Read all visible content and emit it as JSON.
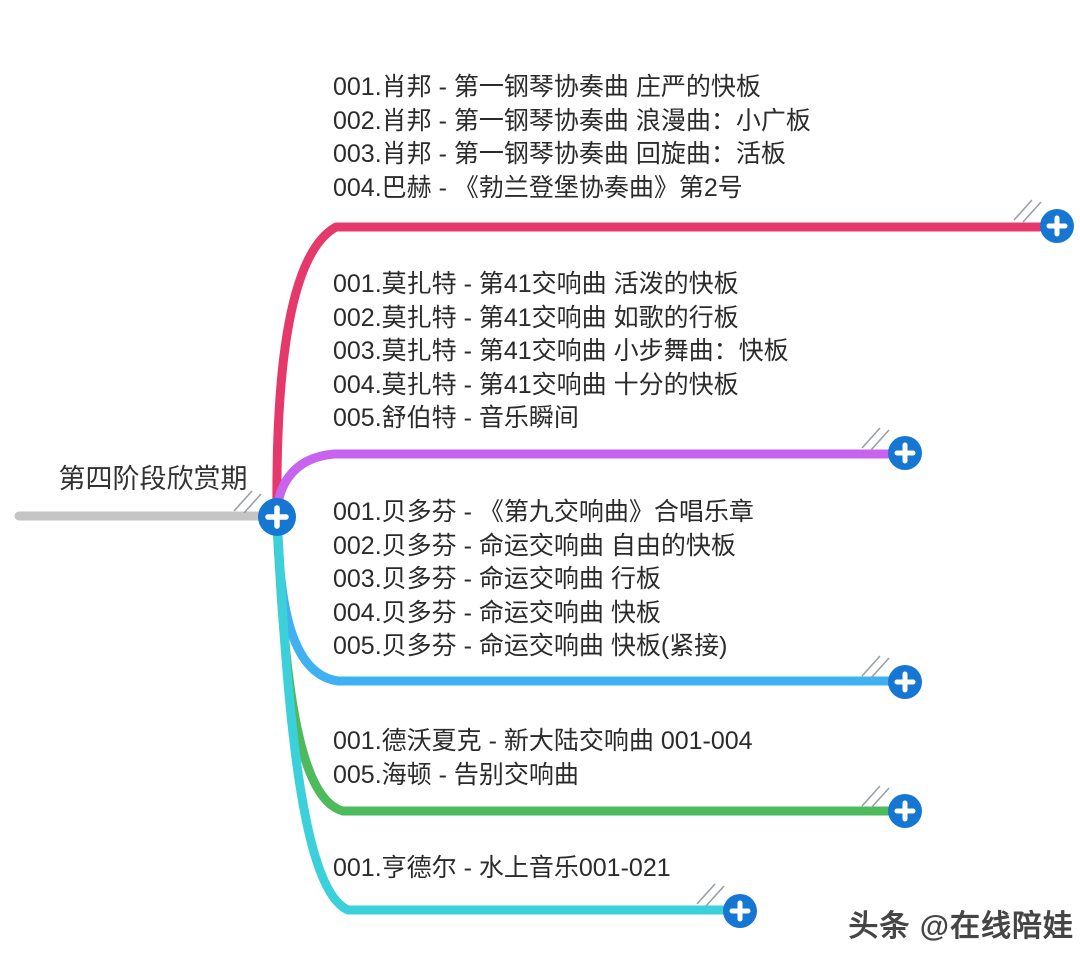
{
  "root": {
    "label": "第四阶段欣赏期"
  },
  "colors": {
    "plus_button": "#1677d2",
    "root_line": "#c5c5c5"
  },
  "branches": [
    {
      "name": "chopin-bach",
      "color": "#e5386b",
      "items": [
        "001.肖邦 - 第一钢琴协奏曲 庄严的快板",
        "002.肖邦 - 第一钢琴协奏曲 浪漫曲：小广板",
        "003.肖邦 - 第一钢琴协奏曲 回旋曲：活板",
        "004.巴赫 - 《勃兰登堡协奏曲》第2号"
      ]
    },
    {
      "name": "mozart-schubert",
      "color": "#c763ee",
      "items": [
        "001.莫扎特 - 第41交响曲 活泼的快板",
        "002.莫扎特 - 第41交响曲 如歌的行板",
        "003.莫扎特 - 第41交响曲 小步舞曲：快板",
        "004.莫扎特 - 第41交响曲 十分的快板",
        "005.舒伯特 - 音乐瞬间"
      ]
    },
    {
      "name": "beethoven",
      "color": "#3fb1f2",
      "items": [
        "001.贝多芬 - 《第九交响曲》合唱乐章",
        "002.贝多芬 - 命运交响曲 自由的快板",
        "003.贝多芬 - 命运交响曲 行板",
        "004.贝多芬 - 命运交响曲 快板",
        "005.贝多芬 - 命运交响曲 快板(紧接)"
      ]
    },
    {
      "name": "dvorak-haydn",
      "color": "#4dbb5d",
      "items": [
        "001.德沃夏克 - 新大陆交响曲 001-004",
        "005.海顿 - 告别交响曲"
      ]
    },
    {
      "name": "handel",
      "color": "#3bd0da",
      "items": [
        "001.亨德尔 - 水上音乐001-021"
      ]
    }
  ],
  "watermark": {
    "text": "头条 @在线陪娃"
  }
}
